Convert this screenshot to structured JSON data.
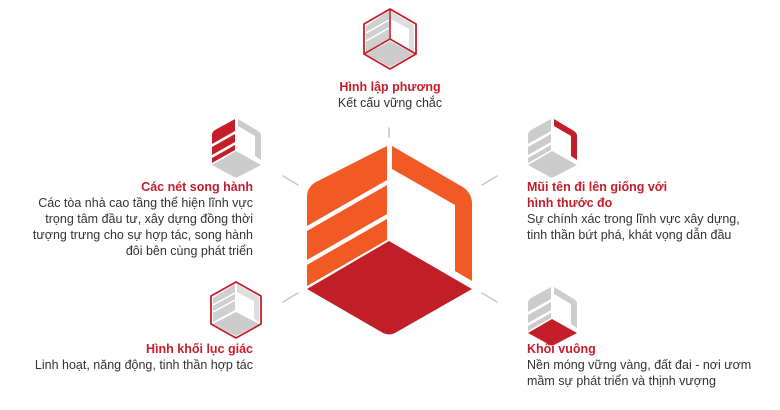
{
  "colors": {
    "orange": "#f15a24",
    "red": "#c01f28",
    "gray": "#cccccc",
    "gray_light": "#dedede",
    "connector": "#c8c8c8",
    "title_red": "#c41e2a",
    "text": "#333333"
  },
  "center_logo": {
    "name": "hexagon-cube-logo"
  },
  "items": [
    {
      "id": "top",
      "title": "Hình lập phương",
      "lines": [
        "Kết cấu vững chắc"
      ]
    },
    {
      "id": "upper-left",
      "title": "Các nét song hành",
      "lines": [
        "Các tòa nhà cao tầng thể hiện lĩnh vực",
        "trọng tâm đầu tư, xây dựng đồng thời",
        "tượng trưng cho sự hợp tác, song hành",
        "đôi bên cùng phát triển"
      ]
    },
    {
      "id": "upper-right",
      "title_lines": [
        "Mũi tên đi lên giống với",
        "hình thước đo"
      ],
      "lines": [
        "Sự chính xác trong lĩnh vực xây dựng,",
        "tinh thần bứt phá, khát vọng dẫn đầu"
      ]
    },
    {
      "id": "lower-left",
      "title": "Hình khối lục giác",
      "lines": [
        "Linh hoạt, năng động, tinh thần hợp tác"
      ]
    },
    {
      "id": "lower-right",
      "title": "Khối vuông",
      "lines": [
        "Nền móng vững vàng, đất đai - nơi ươm",
        "mầm sự phát triển và thịnh vượng"
      ]
    }
  ]
}
